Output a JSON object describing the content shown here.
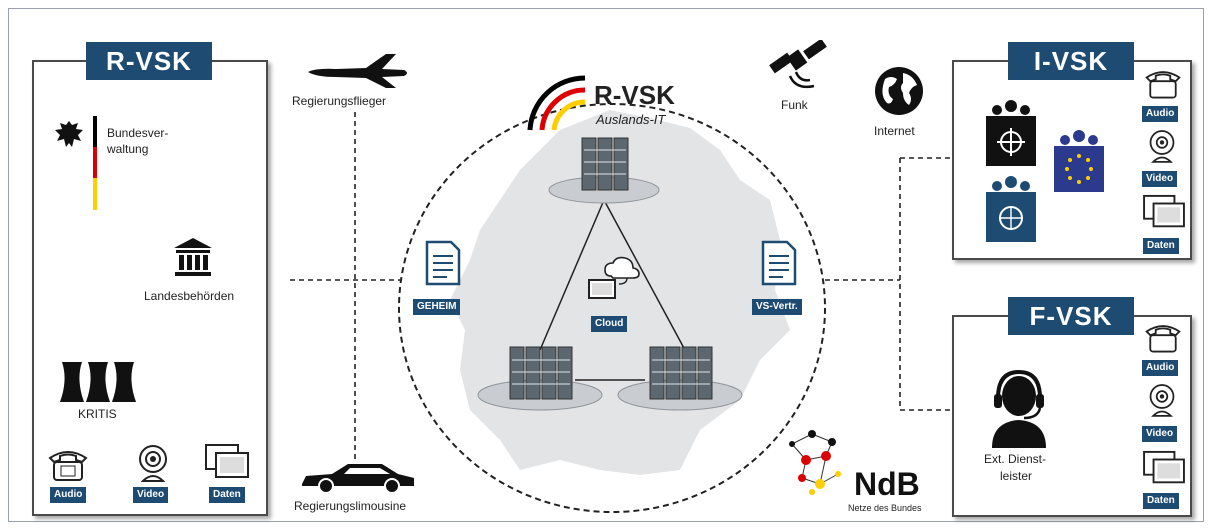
{
  "panels": {
    "left": {
      "title": "R-VSK"
    },
    "top_right": {
      "title": "I-VSK"
    },
    "bottom_right": {
      "title": "F-VSK"
    }
  },
  "left_items": {
    "bundesverwaltung_1": "Bundesver-",
    "bundesverwaltung_2": "waltung",
    "landesbehoerden": "Landesbehörden",
    "kritis": "KRITIS"
  },
  "media": {
    "audio": "Audio",
    "video": "Video",
    "daten": "Daten"
  },
  "external": {
    "regierungsflieger": "Regierungsflieger",
    "regierungslimousine": "Regierungslimousine",
    "funk": "Funk",
    "internet": "Internet"
  },
  "center": {
    "title": "R-VSK",
    "subtitle": "Auslands-IT",
    "geheim": "GEHEIM",
    "vs_vertr": "VS-Vertr.",
    "cloud": "Cloud"
  },
  "fvsk": {
    "dienst_1": "Ext. Dienst-",
    "dienst_2": "leister"
  },
  "logo": {
    "name": "NdB",
    "tagline": "Netze des Bundes"
  },
  "colors": {
    "accent": "#1d4b72",
    "flag_black": "#000000",
    "flag_red": "#dd0000",
    "flag_gold": "#ffce00"
  }
}
